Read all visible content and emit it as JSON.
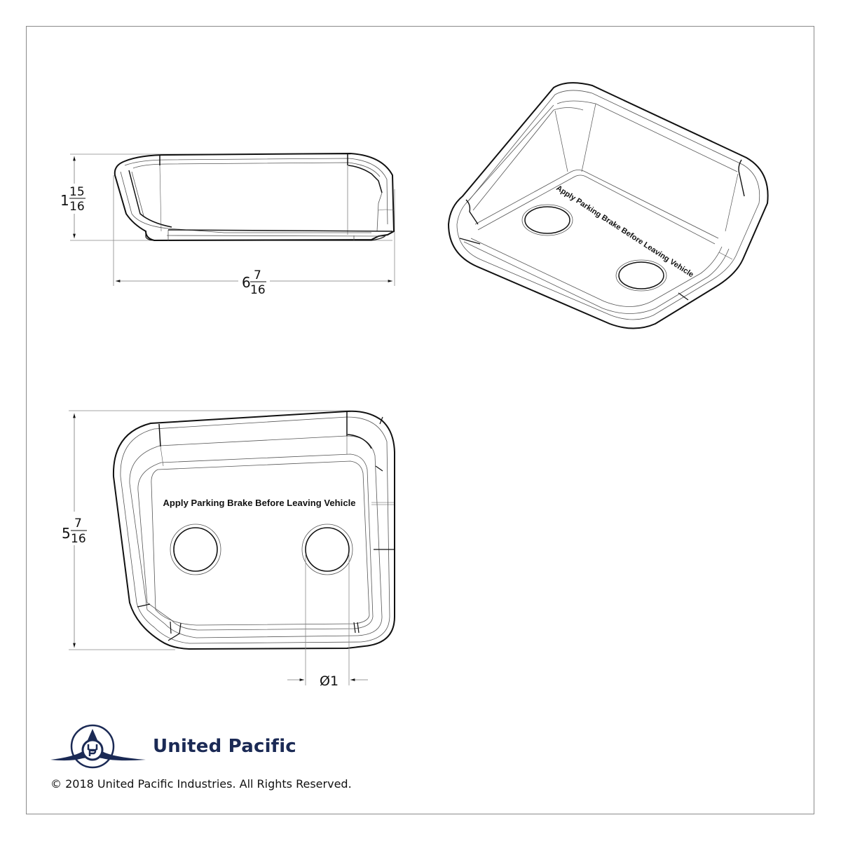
{
  "drawing": {
    "side_view": {
      "height_dim": {
        "whole": "1",
        "num": "15",
        "den": "16"
      },
      "width_dim": {
        "whole": "6",
        "num": "7",
        "den": "16"
      }
    },
    "iso_view": {
      "label": "Apply Parking Brake Before Leaving Vehicle"
    },
    "top_view": {
      "height_dim": {
        "whole": "5",
        "num": "7",
        "den": "16"
      },
      "hole_dim": "Ø1",
      "label": "Apply Parking Brake Before Leaving Vehicle"
    }
  },
  "brand": {
    "name": "United Pacific",
    "color": "#1b2a55"
  },
  "footer": {
    "copyright": "© 2018 United Pacific Industries. All Rights Reserved."
  },
  "colors": {
    "line": "#111111",
    "thin_line": "#555555",
    "frame": "#8a8a8a"
  }
}
